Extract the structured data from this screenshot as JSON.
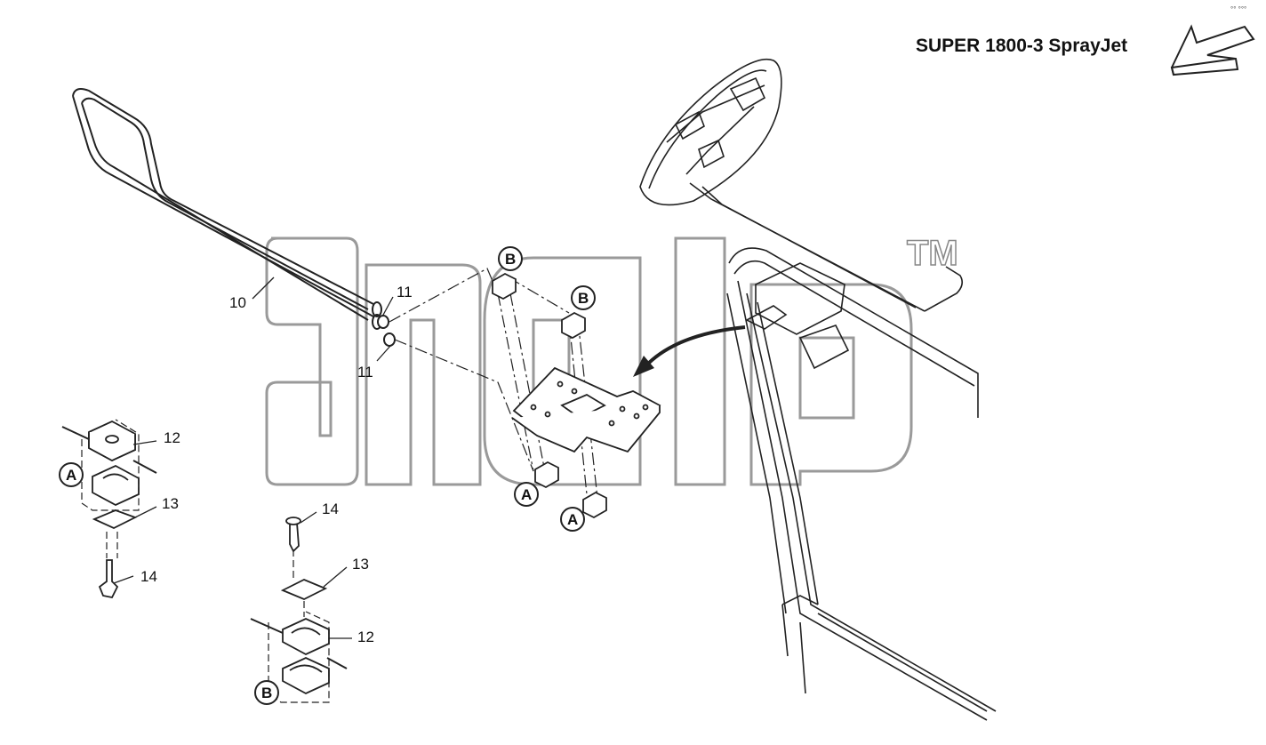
{
  "header": {
    "title": "SUPER 1800-3 SprayJet",
    "corner_mark": "°° °°°"
  },
  "watermark": {
    "tm": "TM"
  },
  "callouts": {
    "part_10": "10",
    "part_11a": "11",
    "part_11b": "11",
    "part_12a": "12",
    "part_12b": "12",
    "part_13a": "13",
    "part_13b": "13",
    "part_14a": "14",
    "part_14b": "14"
  },
  "detail_refs": {
    "ref_a_left": "A",
    "ref_a_mid1": "A",
    "ref_a_mid2": "A",
    "ref_b_top1": "B",
    "ref_b_top2": "B",
    "ref_b_bottom": "B"
  },
  "colors": {
    "line": "#222222",
    "watermark": "#9a9a9a"
  }
}
